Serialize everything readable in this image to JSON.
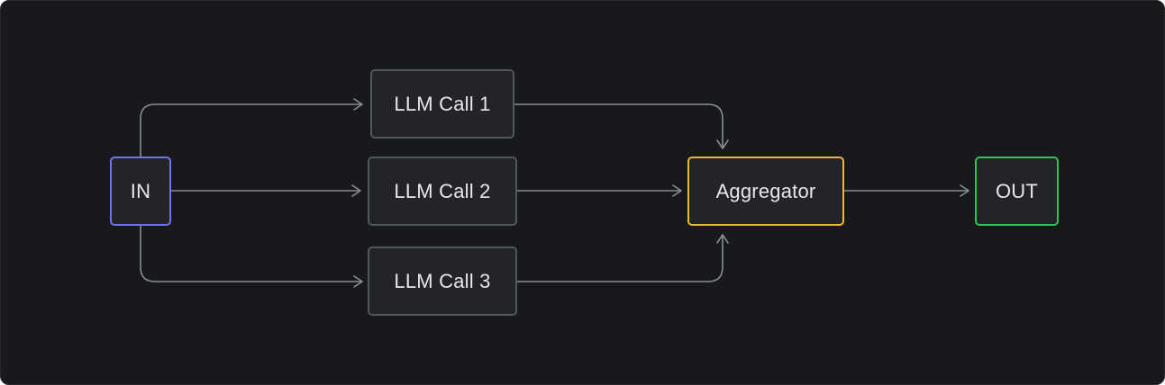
{
  "colors": {
    "background": "#18191c",
    "node_fill": "#232428",
    "node_border": "#53565c",
    "edge": "#8a8d94",
    "in_border": "#6b74f0",
    "aggregator_border": "#f0b43a",
    "out_border": "#2fc44f",
    "text": "#e6e7ea"
  },
  "nodes": {
    "in": {
      "label": "IN"
    },
    "llm_call_1": {
      "label": "LLM Call 1"
    },
    "llm_call_2": {
      "label": "LLM Call 2"
    },
    "llm_call_3": {
      "label": "LLM Call 3"
    },
    "aggregator": {
      "label": "Aggregator"
    },
    "out": {
      "label": "OUT"
    }
  },
  "edges": [
    {
      "from": "in",
      "to": "llm_call_1"
    },
    {
      "from": "in",
      "to": "llm_call_2"
    },
    {
      "from": "in",
      "to": "llm_call_3"
    },
    {
      "from": "llm_call_1",
      "to": "aggregator"
    },
    {
      "from": "llm_call_2",
      "to": "aggregator"
    },
    {
      "from": "llm_call_3",
      "to": "aggregator"
    },
    {
      "from": "aggregator",
      "to": "out"
    }
  ]
}
